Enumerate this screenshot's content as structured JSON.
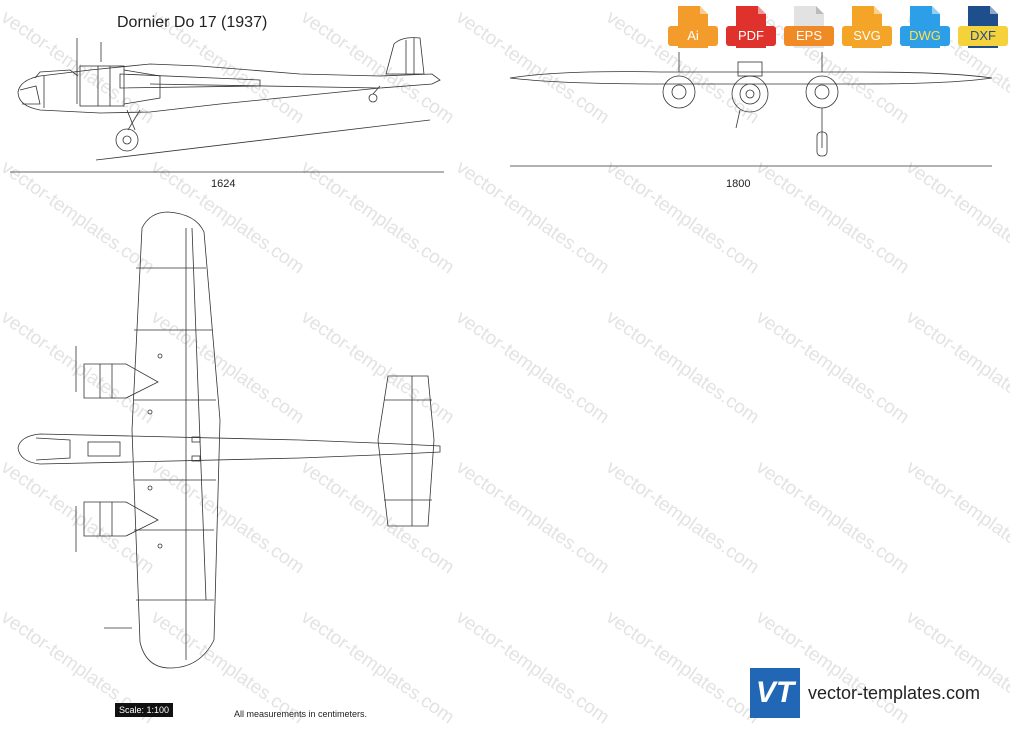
{
  "title": "Dornier Do 17 (1937)",
  "dimensions": {
    "side_length": "1624",
    "front_span": "1800"
  },
  "formats": [
    {
      "label": "Ai",
      "color": "#f39c2b"
    },
    {
      "label": "PDF",
      "color": "#e0322d"
    },
    {
      "label": "EPS",
      "color": "#e2e2e2"
    },
    {
      "label": "SVG",
      "color": "#f4a528"
    },
    {
      "label": "DWG",
      "color": "#2d9ee8"
    },
    {
      "label": "DXF",
      "color": "#1f4e8c"
    }
  ],
  "scale_label": "Scale: 1:100",
  "measurement_note": "All measurements in centimeters.",
  "brand": {
    "logo_text": "VT",
    "site": "vector-templates.com"
  },
  "watermark_text": "vector-templates.com"
}
